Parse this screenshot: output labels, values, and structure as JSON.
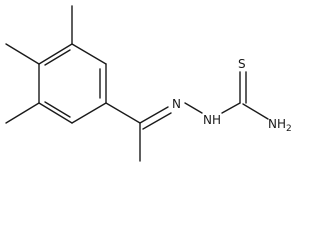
{
  "diagram": {
    "type": "chemical-structure",
    "atoms": {
      "n1": "N",
      "n2": "N",
      "nh": "H",
      "s": "S",
      "nh2_n": "NH",
      "nh2_sub": "2"
    },
    "colors": {
      "bond": "#1a1a1a",
      "label": "#1a1a1a",
      "background": "#ffffff"
    }
  }
}
